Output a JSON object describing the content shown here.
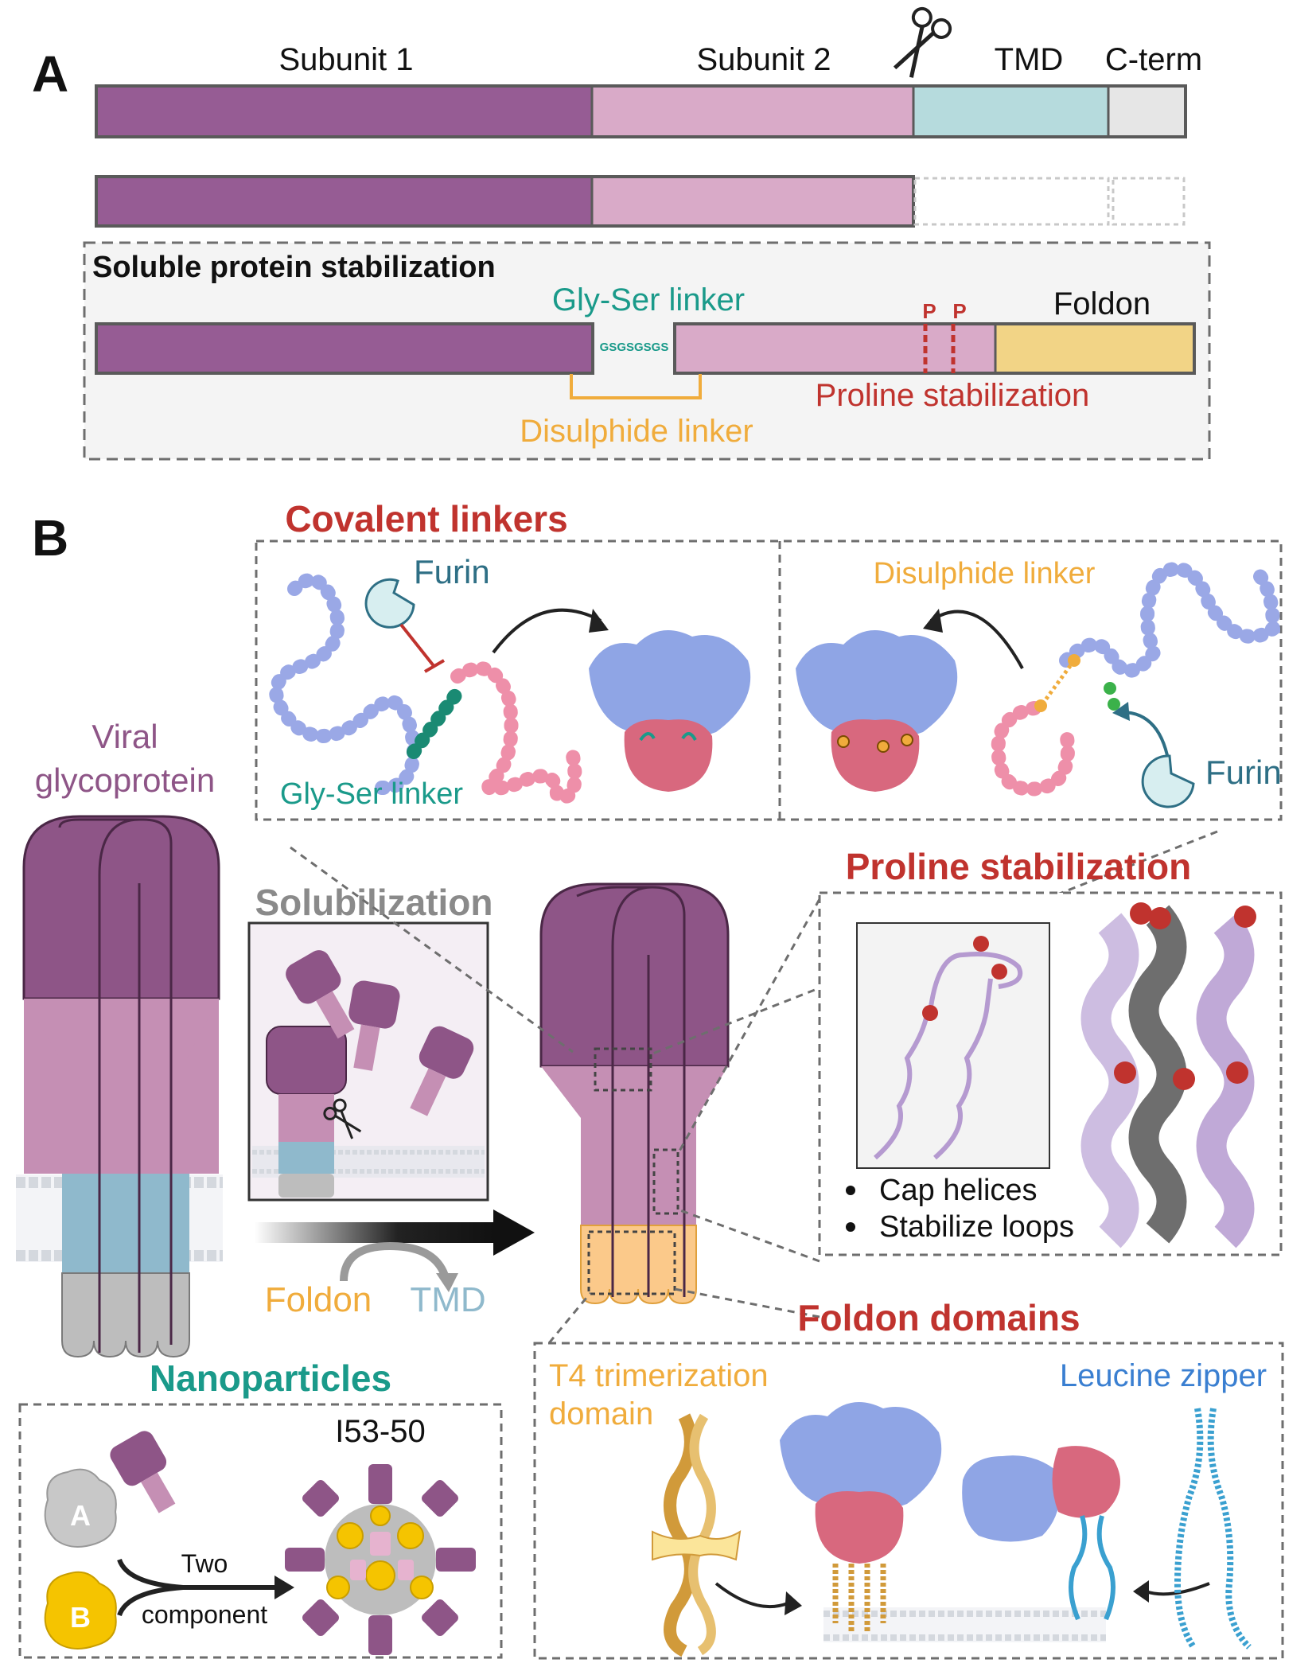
{
  "panel_a": {
    "letter": "A",
    "top_labels": {
      "subunit1": "Subunit 1",
      "subunit2": "Subunit 2",
      "tmd": "TMD",
      "cterm": "C-term"
    },
    "box_title": "Soluble protein stabilization",
    "gs_linker": "Gly-Ser linker",
    "gs_sequence": "GSGSGSGS",
    "proline_marks": [
      "P",
      "P"
    ],
    "foldon": "Foldon",
    "proline_label": "Proline stabilization",
    "disulphide_label": "Disulphide linker"
  },
  "panel_b": {
    "letter": "B",
    "viral_glycoprotein": [
      "Viral",
      "glycoprotein"
    ],
    "solubilization_title": "Solubilization",
    "arrow_foldon": "Foldon",
    "arrow_tmd": "TMD",
    "covalent": {
      "title": "Covalent linkers",
      "furin_left": "Furin",
      "gs_linker": "Gly-Ser linker",
      "disulphide": "Disulphide linker",
      "furin_right": "Furin"
    },
    "proline": {
      "title": "Proline stabilization",
      "bullets": [
        "Cap helices",
        "Stabilize loops"
      ]
    },
    "foldon": {
      "title": "Foldon domains",
      "t4_label": [
        "T4 trimerization",
        "domain"
      ],
      "leucine": "Leucine zipper"
    },
    "nano": {
      "title": "Nanoparticles",
      "name": "I53-50",
      "comp_a": "A",
      "comp_b": "B",
      "arrow_label": [
        "Two",
        "component"
      ]
    }
  },
  "colors": {
    "dark_purple": "#965c94",
    "light_pink": "#d9aac8",
    "tmd_blue": "#b6dbdd",
    "cterm_grey": "#e6e6e6",
    "foldon_yellow": "#f2d486",
    "teal": "#1a9a8a",
    "red": "#c0332e",
    "orange": "#f0ac3c",
    "glyco_purple": "#8e5587",
    "blue_protein": "#8fa5e5",
    "red_protein": "#d8687e"
  }
}
